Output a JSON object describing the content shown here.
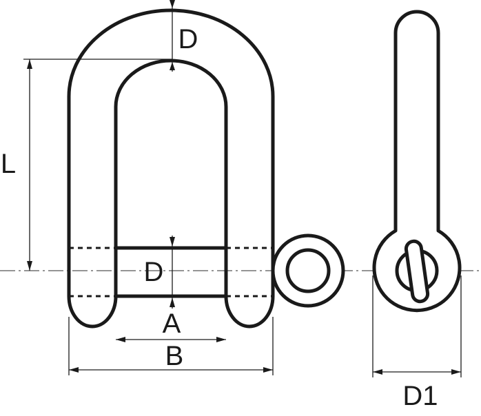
{
  "diagram": {
    "labels": {
      "d_top": "D",
      "l": "L",
      "d_mid": "D",
      "a": "A",
      "b": "B",
      "d1": "D1"
    },
    "colors": {
      "stroke": "#1a1a1a",
      "background": "#ffffff"
    }
  }
}
